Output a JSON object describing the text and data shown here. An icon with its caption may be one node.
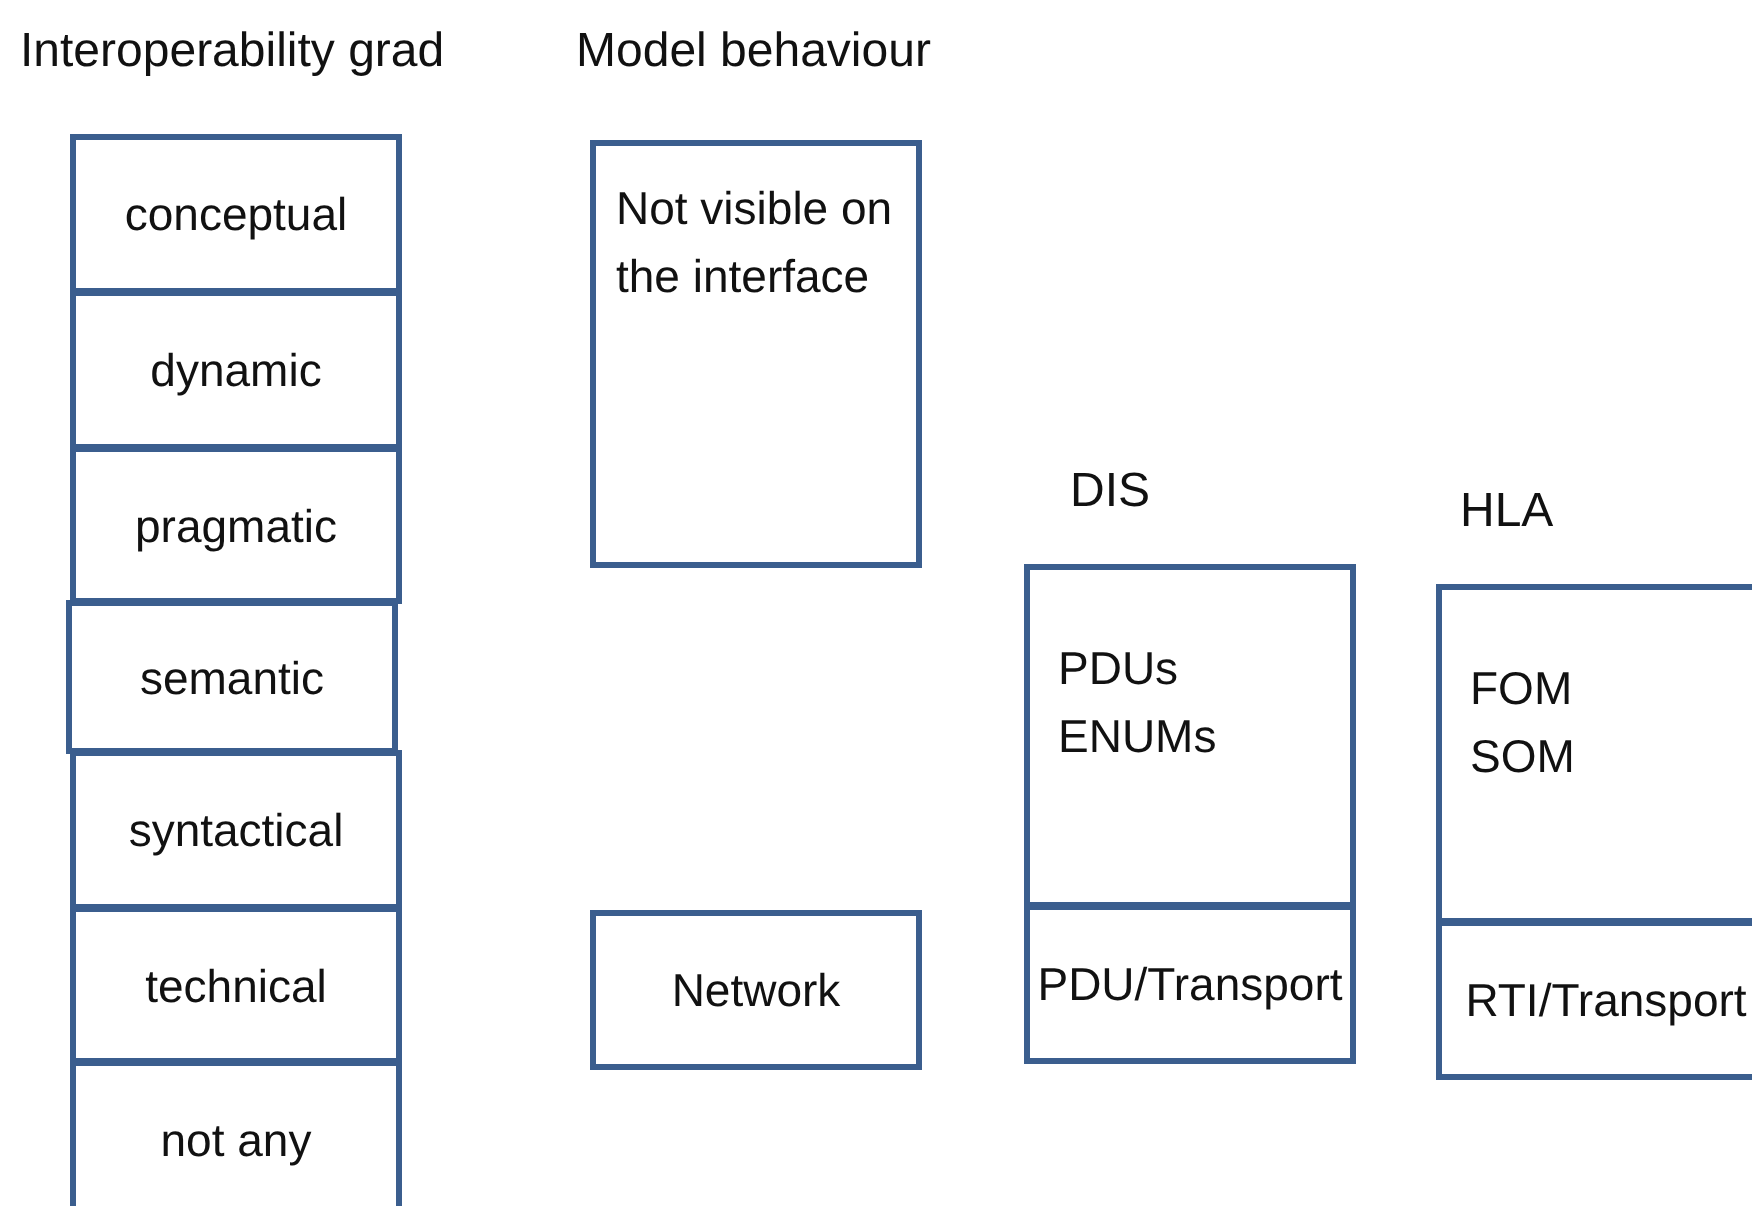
{
  "diagram": {
    "nodes": [
      {
        "text": [
          "conceptual"
        ]
      },
      {
        "text": [
          "dynamic"
        ]
      },
      {
        "text": [
          "pragmatic"
        ]
      },
      {
        "text": [
          "semantic"
        ]
      },
      {
        "text": [
          "syntactical"
        ]
      },
      {
        "text": [
          "technical"
        ]
      },
      {
        "text": [
          "not any"
        ]
      },
      {
        "text": [
          "Not visible on the interface"
        ]
      },
      {
        "text": [
          "Network"
        ]
      },
      {
        "text": [
          "PDUs",
          "ENUMs"
        ]
      },
      {
        "text": [
          "PDU/Transport"
        ]
      },
      {
        "text": [
          "FOM",
          "SOM"
        ]
      },
      {
        "text": [
          "RTI/Transport"
        ]
      }
    ],
    "labels": [
      "Interoperability grad",
      "Model behaviour",
      "DIS",
      "HLA"
    ]
  }
}
